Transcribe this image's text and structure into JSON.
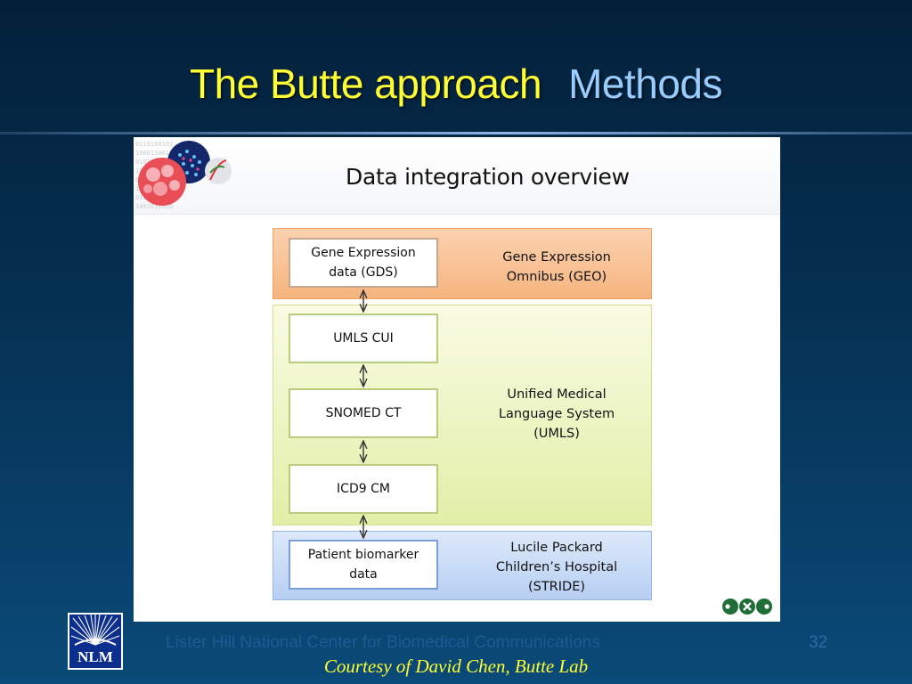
{
  "slide": {
    "title_main": "The Butte approach",
    "title_sub": "Methods",
    "page_number": "32",
    "footer_org": "Lister Hill National Center for Biomedical Communications",
    "courtesy": "Courtesy of David Chen, Butte Lab",
    "nlm_logo_text": "NLM"
  },
  "diagram": {
    "title": "Data integration overview",
    "nodes": [
      {
        "id": "gds",
        "line1": "Gene Expression",
        "line2": "data (GDS)"
      },
      {
        "id": "umls-cui",
        "line1": "UMLS CUI"
      },
      {
        "id": "snomed",
        "line1": "SNOMED CT"
      },
      {
        "id": "icd9",
        "line1": "ICD9 CM"
      },
      {
        "id": "biomarker",
        "line1": "Patient biomarker",
        "line2": "data"
      }
    ],
    "sources": [
      {
        "id": "geo",
        "line1": "Gene Expression",
        "line2": "Omnibus (GEO)"
      },
      {
        "id": "umls",
        "line1": "Unified Medical",
        "line2": "Language System",
        "line3": "(UMLS)"
      },
      {
        "id": "stride",
        "line1": "Lucile Packard",
        "line2": "Children’s Hospital",
        "line3": "(STRIDE)"
      }
    ],
    "edges": [
      {
        "from": "gds",
        "to": "umls-cui",
        "type": "bidirectional"
      },
      {
        "from": "umls-cui",
        "to": "snomed",
        "type": "bidirectional"
      },
      {
        "from": "snomed",
        "to": "icd9",
        "type": "bidirectional"
      },
      {
        "from": "icd9",
        "to": "biomarker",
        "type": "bidirectional"
      }
    ],
    "colors": {
      "geo_band": "#f6b47e",
      "umls_band": "#e2efa7",
      "stride_band": "#b7cff3",
      "title_yellow": "#ffff33",
      "title_blue": "#99ccff"
    }
  }
}
